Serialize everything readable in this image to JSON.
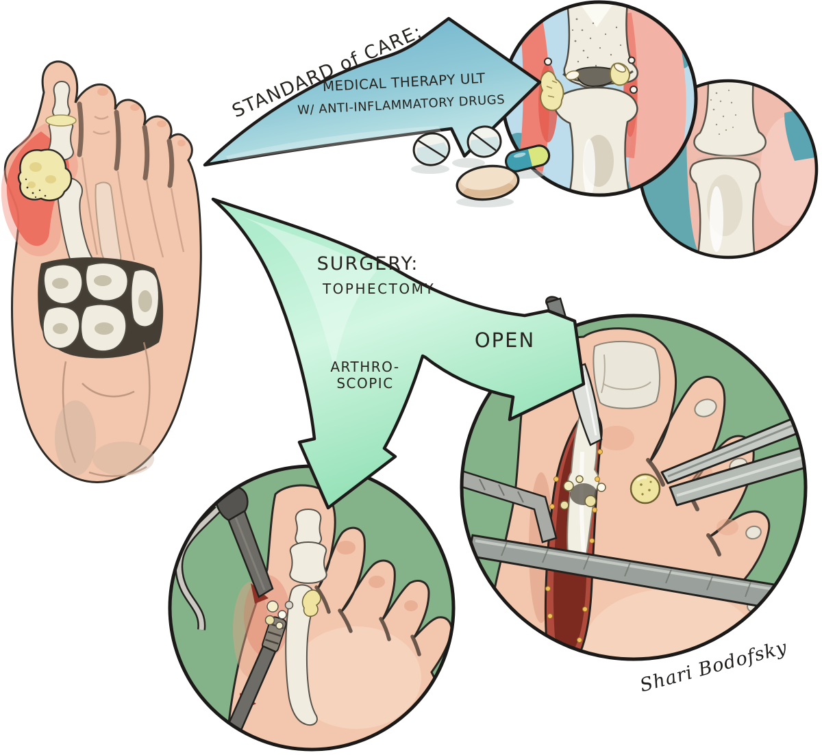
{
  "illustration": {
    "standard_of_care": {
      "eyebrow": "STANDARD of CARE:",
      "line1": "MEDICAL THERAPY ULT",
      "line2": "W/ ANTI-INFLAMMATORY DRUGS"
    },
    "surgery": {
      "heading": "SURGERY:",
      "subheading": "TOPHECTOMY",
      "arthroscopic_line1": "ARTHRO-",
      "arthroscopic_line2": "SCOPIC",
      "open_label": "OPEN"
    },
    "signature": "Shari Bodofsky",
    "colors": {
      "ink": "#272420",
      "arrow_blue_dark": "#74b6ce",
      "arrow_blue_light": "#c7e8e9",
      "arrow_green_dark": "#97e2b9",
      "arrow_green_light": "#d2f6e2",
      "skin": "#f3c6ae",
      "skin_shadow": "#dfa083",
      "inflamed_red": "#ec6a5b",
      "bone": "#f0ecdf",
      "tophus_yellow": "#f1e8ae",
      "inset_sky_blue": "#bddcec",
      "inset_teal": "#5ba4b2",
      "inset_teal_bg": "#62a8ae",
      "inset_green_bg": "#84b289",
      "tissue_pink": "#f0bcae",
      "fat_yellow": "#f2c05a",
      "steel_gray": "#9aa09b"
    }
  }
}
